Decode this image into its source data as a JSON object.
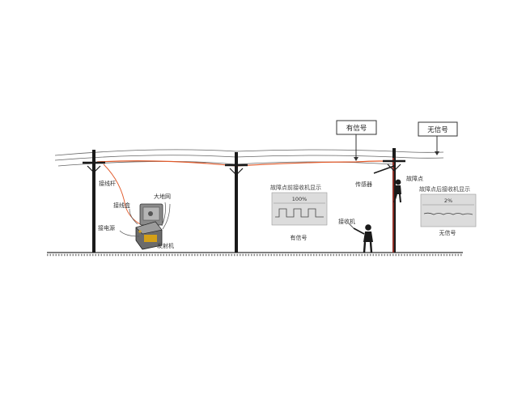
{
  "signs": {
    "signal": "有信号",
    "no_signal": "无信号"
  },
  "labels": {
    "lead_rod": "接线杆",
    "junction_box": "接线盒",
    "ground": "接电源",
    "earth_net": "大地网",
    "transmitter": "发射机",
    "sensor": "传感器",
    "fault_point": "故障点",
    "receiver": "接收机"
  },
  "panels": {
    "before": {
      "title": "故障点前接收机显示",
      "percent": "100%",
      "caption": "有信号"
    },
    "after": {
      "title": "故障点后接收机显示",
      "percent": "2%",
      "caption": "无信号"
    }
  },
  "colors": {
    "fault_line": "#e25a2a",
    "pole": "#1a1a1a",
    "panel_bg": "#dcdcdc"
  }
}
